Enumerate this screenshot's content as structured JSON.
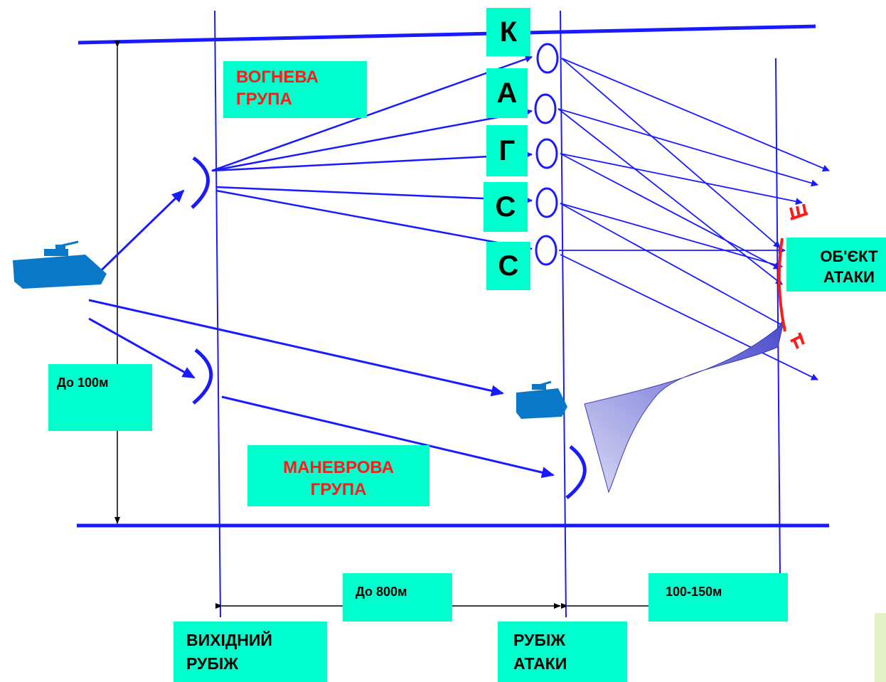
{
  "fire_group_label": {
    "line1": "ВОГНЕВА",
    "line2": "ГРУПА"
  },
  "maneuver_group_label": {
    "line1": "МАНЕВРОВА",
    "line2": "ГРУПА"
  },
  "column_letters": [
    "К",
    "А",
    "Г",
    "С",
    "С"
  ],
  "target_label": {
    "line1": "ОБ'ЄКТ",
    "line2": "АТАКИ"
  },
  "depth_label": "До 100м",
  "start_to_attack_distance": "До 800м",
  "attack_to_target_distance": "100-150м",
  "start_line_label": {
    "line1": "ВИХІДНИЙ",
    "line2": "РУБІЖ"
  },
  "attack_line_label": {
    "line1": "РУБІЖ",
    "line2": "АТАКИ"
  },
  "colors": {
    "lines": "#1A1AFF",
    "label_bg": "#00FFCC",
    "group_text": "#FF1A1A",
    "vehicle": "#0A78C8",
    "enemy": "#FF1A1A"
  }
}
